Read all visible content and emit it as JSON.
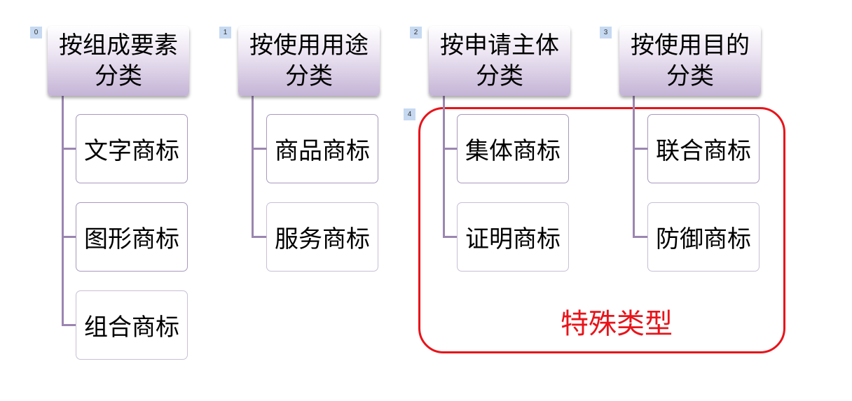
{
  "groups": [
    {
      "badge": "0",
      "header_line1": "按组成要素",
      "header_line2": "分类",
      "children": [
        "文字商标",
        "图形商标",
        "组合商标"
      ]
    },
    {
      "badge": "1",
      "header_line1": "按使用用途",
      "header_line2": "分类",
      "children": [
        "商品商标",
        "服务商标"
      ]
    },
    {
      "badge": "2",
      "header_line1": "按申请主体",
      "header_line2": "分类",
      "children": [
        "集体商标",
        "证明商标"
      ]
    },
    {
      "badge": "3",
      "header_line1": "按使用目的",
      "header_line2": "分类",
      "children": [
        "联合商标",
        "防御商标"
      ]
    }
  ],
  "special": {
    "badge": "4",
    "label": "特殊类型",
    "border_color": "#e8141a"
  },
  "colors": {
    "header_gradient_bottom": "#c4b4d6",
    "connector": "#9b86b0",
    "badge_bg": "#c6d9f1"
  }
}
